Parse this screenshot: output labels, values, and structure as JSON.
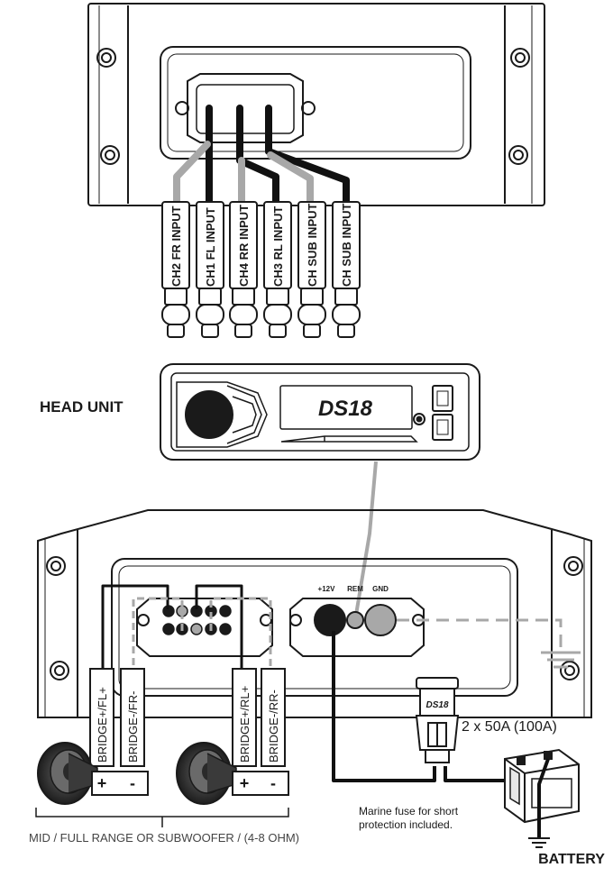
{
  "amp_inputs": {
    "ch2_fr": "CH2 FR INPUT",
    "ch1_fl": "CH1 FL INPUT",
    "ch4_rr": "CH4 RR INPUT",
    "ch3_rl": "CH3 RL INPUT",
    "ch_sub_a": "CH SUB INPUT",
    "ch_sub_b": "CH SUB INPUT"
  },
  "head_unit": {
    "label": "HEAD UNIT",
    "brand": "DS18"
  },
  "power_terminal": {
    "plus12v": "+12V",
    "rem": "REM",
    "gnd": "GND"
  },
  "speaker_outputs": {
    "bridge_fl": "BRIDGE+/FL+",
    "bridge_fr": "BRIDGE-/FR-",
    "bridge_rl": "BRIDGE+/RL+",
    "bridge_rr": "BRIDGE-/RR-",
    "plus": "+",
    "minus": "-"
  },
  "fuse": {
    "brand": "DS18",
    "rating": "2 x 50A (100A)",
    "note_line1": "Marine fuse for short",
    "note_line2": "protection included."
  },
  "battery": {
    "label": "BATTERY"
  },
  "speaker_note": "MID / FULL RANGE OR SUBWOOFER / (4-8 OHM)",
  "colors": {
    "outline": "#1a1a1a",
    "wire_black": "#111111",
    "wire_gray": "#a8a8a8",
    "dashed": "#a8a8a8"
  }
}
